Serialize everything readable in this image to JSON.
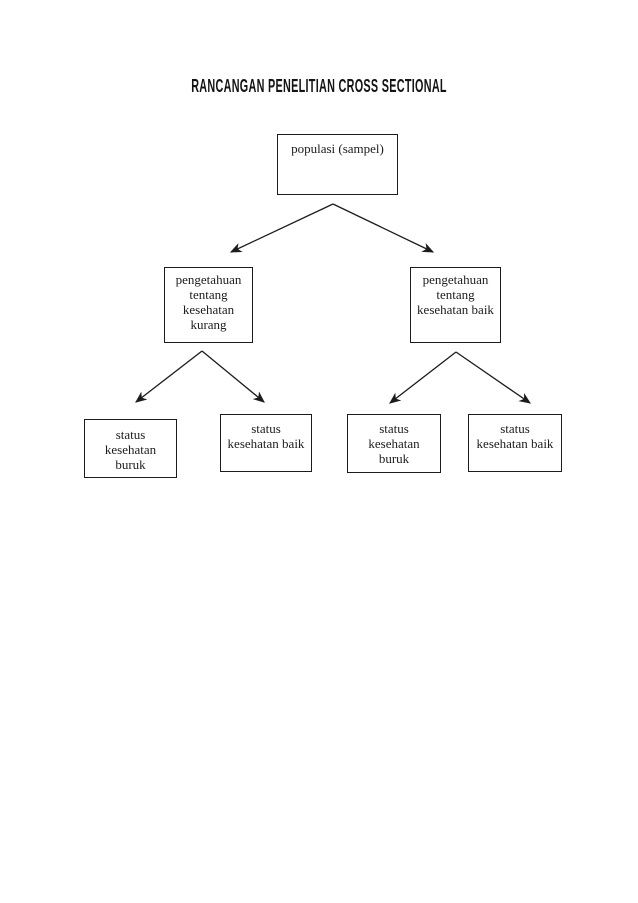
{
  "page": {
    "title": "RANCANGAN PENELITIAN CROSS SECTIONAL",
    "background_color": "#ffffff",
    "ink_color": "#1c1c1c"
  },
  "diagram": {
    "nodes": {
      "populasi": {
        "label": "populasi (sampel)"
      },
      "pengetahuan_kurang": {
        "label": "pengetahuan\ntentang\nkesehatan\nkurang"
      },
      "pengetahuan_baik": {
        "label": "pengetahuan\ntentang\nkesehatan baik"
      },
      "status_buruk_kiri": {
        "label": "status\nkesehatan\nburuk"
      },
      "status_baik_kiri": {
        "label": "status\nkesehatan baik"
      },
      "status_buruk_kanan": {
        "label": "status\nkesehatan\nburuk"
      },
      "status_baik_kanan": {
        "label": "status\nkesehatan baik"
      }
    },
    "edges": [
      {
        "from": "populasi",
        "to": "pengetahuan_kurang"
      },
      {
        "from": "populasi",
        "to": "pengetahuan_baik"
      },
      {
        "from": "pengetahuan_kurang",
        "to": "status_buruk_kiri"
      },
      {
        "from": "pengetahuan_kurang",
        "to": "status_baik_kiri"
      },
      {
        "from": "pengetahuan_baik",
        "to": "status_buruk_kanan"
      },
      {
        "from": "pengetahuan_baik",
        "to": "status_baik_kanan"
      }
    ]
  }
}
